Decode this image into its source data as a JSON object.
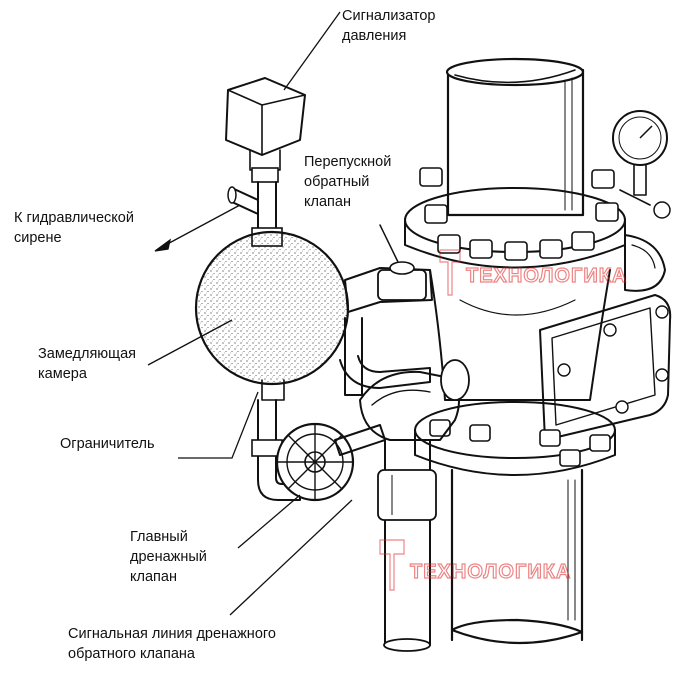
{
  "labels": {
    "pressure_switch": "Сигнализатор\nдавления",
    "bypass_check_valve": "Перепускной\nобратный\nклапан",
    "to_hydraulic_siren": "К гидравлической\nсирене",
    "retarding_chamber": "Замедляющая\nкамера",
    "restrictor": "Ограничитель",
    "main_drain_valve": "Главный\nдренажный\nклапан",
    "drain_check_signal_line": "Сигнальная линия дренажного\nобратного клапана"
  },
  "watermark": {
    "text": "ТЕХНОЛОГИКА",
    "color": "#e02020"
  },
  "colors": {
    "line": "#111111",
    "background": "#ffffff"
  }
}
